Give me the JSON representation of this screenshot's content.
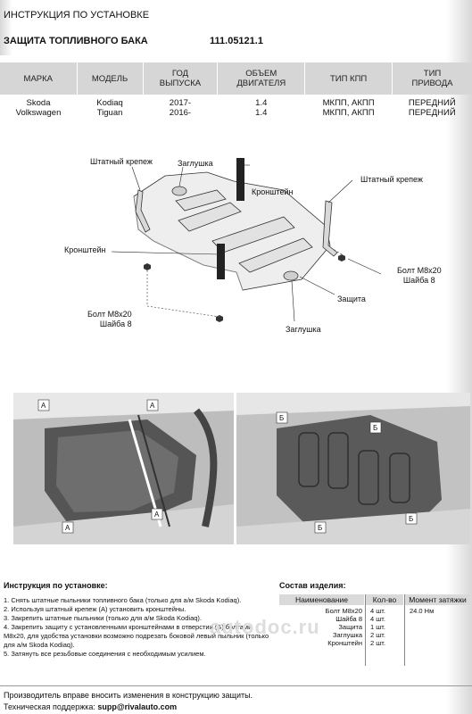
{
  "header": {
    "title": "ИНСТРУКЦИЯ ПО УСТАНОВКЕ",
    "subtitle": "ЗАЩИТА ТОПЛИВНОГО БАКА",
    "code": "111.05121.1"
  },
  "spec_table": {
    "columns": [
      "МАРКА",
      "МОДЕЛЬ",
      "ГОД\nВЫПУСКА",
      "ОБЪЕМ\nДВИГАТЕЛЯ",
      "ТИП КПП",
      "ТИП\nПРИВОДА"
    ],
    "rows": [
      [
        "Skoda\nVolkswagen",
        "Kodiaq\nTiguan",
        "2017-\n2016-",
        "1.4\n1.4",
        "МКПП, АКПП\nМКПП, АКПП",
        "ПЕРЕДНИЙ\nПЕРЕДНИЙ"
      ]
    ]
  },
  "diagram": {
    "labels": {
      "shtatny_left": "Штатный крепеж",
      "zaglushka_top": "Заглушка",
      "kronshtein_top": "Кронштейн",
      "shtatny_right": "Штатный крепеж",
      "kronshtein_left": "Кронштейн",
      "bolt_right": "Болт М8х20\nШайба 8",
      "zashchita": "Защита",
      "bolt_left": "Болт М8х20\nШайба 8",
      "zaglushka_bottom": "Заглушка"
    },
    "markers": {
      "a": "A",
      "b": "Б"
    }
  },
  "instructions": {
    "title": "Инструкция по установке:",
    "steps": [
      "1. Снять штатные пыльники топливного бака (только для а/м Skoda Kodiaq).",
      "2. Используя штатный крепеж (А) установить кронштейны.",
      "3. Закрепить штатные пыльники (только для а/м Skoda Kodiaq).",
      "4. Закрепить защиту с установленными кронштейнами в отверстия (Б) болтами М8х20, для удобства установки возможно подрезать боковой левый пыльник (только для а/м Skoda Kodiaq).",
      "5. Затянуть все резьбовые соединения с необходимым усилием."
    ]
  },
  "kit": {
    "title": "Состав изделия:",
    "headers": [
      "Наименование",
      "Кол-во",
      "Момент затяжки"
    ],
    "names": [
      "Болт М8х20",
      "Шайба 8",
      "Защита",
      "Заглушка",
      "Кронштейн"
    ],
    "qty": [
      "4 шт.",
      "4 шт.",
      "1 шт.",
      "2 шт.",
      "2 шт."
    ],
    "torque": [
      "24.0 Нм"
    ]
  },
  "footer": {
    "notice": "Производитель вправе вносить изменения в конструкцию защиты.",
    "support_label": "Техническая поддержка:",
    "support_email": "supp@rivalauto.com"
  },
  "watermark": "autodoc.ru"
}
